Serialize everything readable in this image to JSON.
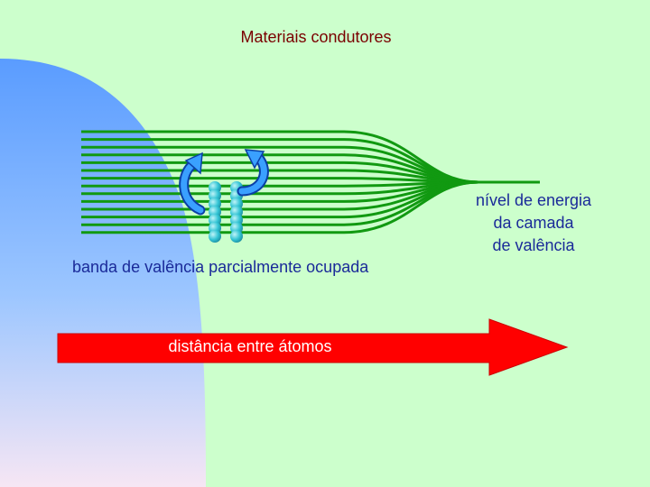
{
  "title": "Materiais condutores",
  "energy_label": {
    "line1": "nível de energia",
    "line2": "da camada",
    "line3": "de valência"
  },
  "band_label": "banda de valência parcialmente ocupada",
  "arrow_label": "distância entre átomos",
  "colors": {
    "background": "#ccffcc",
    "lines": "#119911",
    "arrow": "#ff0000",
    "title": "#7a0000",
    "labels": "#1a2a99",
    "electrons": "#33c4d4",
    "curved_arrows": "#1e66d6"
  }
}
